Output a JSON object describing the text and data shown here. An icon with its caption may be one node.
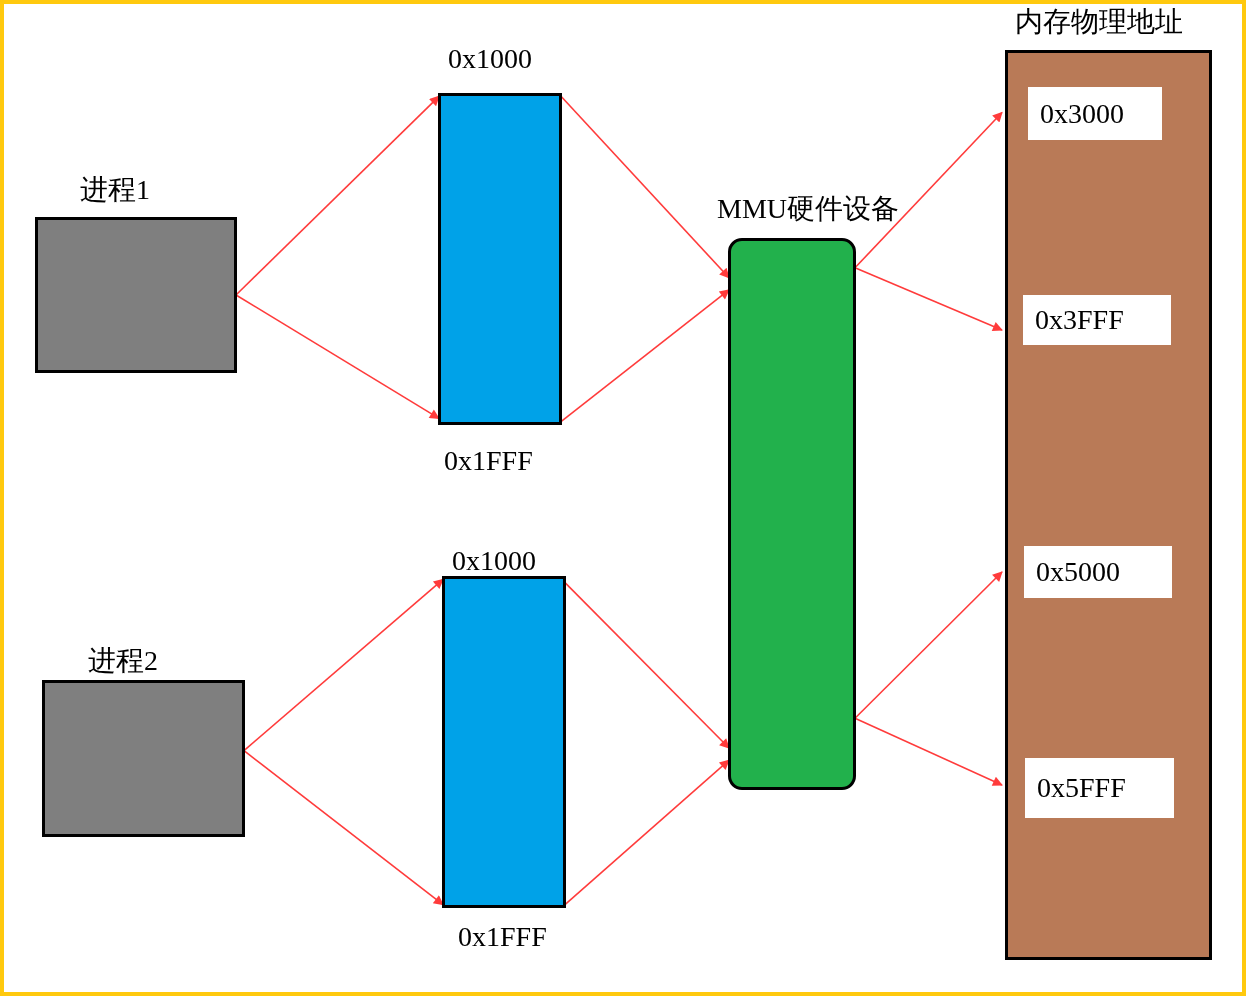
{
  "diagram": {
    "nodes": [
      {
        "text": [
          "进程1"
        ]
      },
      {
        "text": [
          "0x1000",
          "0x1FFF"
        ]
      },
      {
        "text": [
          "进程2"
        ]
      },
      {
        "text": [
          "0x1000",
          "0x1FFF"
        ]
      },
      {
        "text": [
          "MMU硬件设备"
        ]
      },
      {
        "text": [
          "内存物理地址"
        ]
      },
      {
        "text": [
          "0x3000"
        ],
        "in": 5
      },
      {
        "text": [
          "0x3FFF"
        ],
        "in": 5
      },
      {
        "text": [
          "0x5000"
        ],
        "in": 5
      },
      {
        "text": [
          "0x5FFF"
        ],
        "in": 5
      }
    ],
    "edges": [
      {
        "from": 0,
        "to": 1,
        "arrow": "to"
      },
      {
        "from": 0,
        "to": 1,
        "arrow": "to"
      },
      {
        "from": 1,
        "to": 4,
        "arrow": "to"
      },
      {
        "from": 1,
        "to": 4,
        "arrow": "to"
      },
      {
        "from": 2,
        "to": 3,
        "arrow": "to"
      },
      {
        "from": 2,
        "to": 3,
        "arrow": "to"
      },
      {
        "from": 3,
        "to": 4,
        "arrow": "to"
      },
      {
        "from": 3,
        "to": 4,
        "arrow": "to"
      },
      {
        "from": 4,
        "to": 6,
        "arrow": "to"
      },
      {
        "from": 4,
        "to": 7,
        "arrow": "to"
      },
      {
        "from": 4,
        "to": 8,
        "arrow": "to"
      },
      {
        "from": 4,
        "to": 9,
        "arrow": "to"
      }
    ]
  }
}
